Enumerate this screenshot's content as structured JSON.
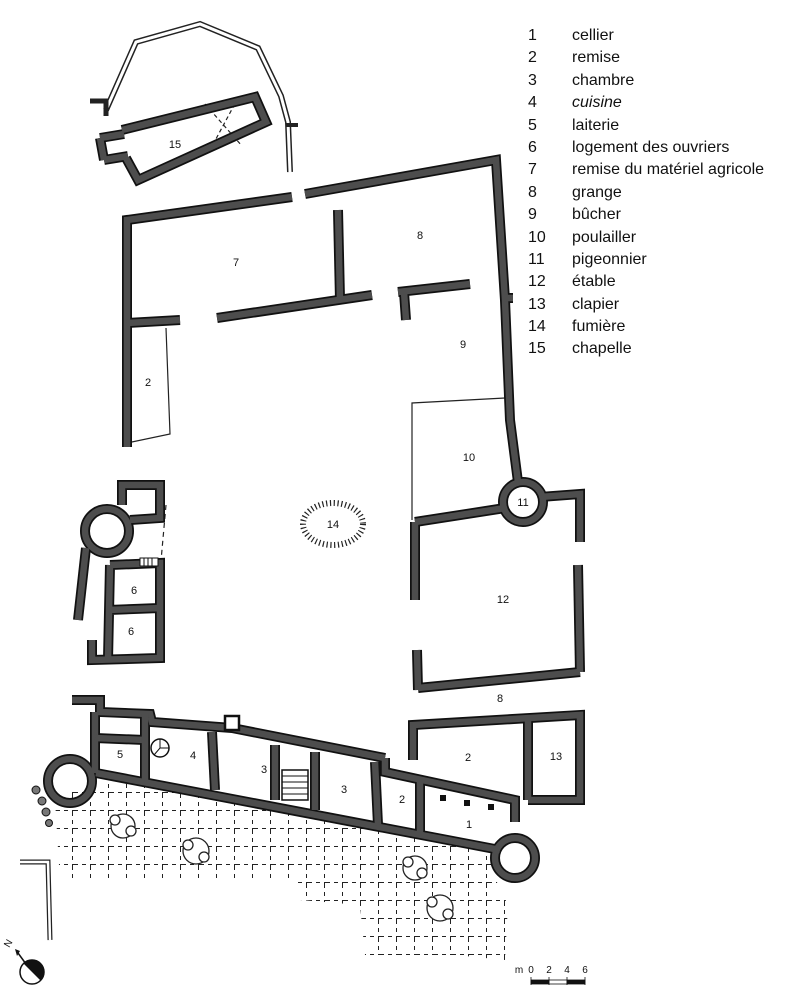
{
  "legend": [
    {
      "num": "1",
      "label": "cellier"
    },
    {
      "num": "2",
      "label": "remise"
    },
    {
      "num": "3",
      "label": "chambre"
    },
    {
      "num": "4",
      "label": "cuisine"
    },
    {
      "num": "5",
      "label": "laiterie"
    },
    {
      "num": "6",
      "label": "logement des ouvriers"
    },
    {
      "num": "7",
      "label": "remise du matériel agricole"
    },
    {
      "num": "8",
      "label": "grange"
    },
    {
      "num": "9",
      "label": "bûcher"
    },
    {
      "num": "10",
      "label": "poulailler"
    },
    {
      "num": "11",
      "label": "pigeonnier"
    },
    {
      "num": "12",
      "label": "étable"
    },
    {
      "num": "13",
      "label": "clapier"
    },
    {
      "num": "14",
      "label": "fumière"
    },
    {
      "num": "15",
      "label": "chapelle"
    }
  ],
  "plan_labels": [
    "15",
    "7",
    "8",
    "9",
    "2",
    "10",
    "11",
    "14",
    "6",
    "6",
    "12",
    "8",
    "2",
    "13",
    "5",
    "4",
    "3",
    "3",
    "2",
    "1"
  ],
  "scale": {
    "unit": "m",
    "ticks": [
      "0",
      "2",
      "4",
      "6"
    ]
  },
  "north": "N",
  "colors": {
    "wall": "#4d4d4d",
    "outline": "#111111"
  }
}
